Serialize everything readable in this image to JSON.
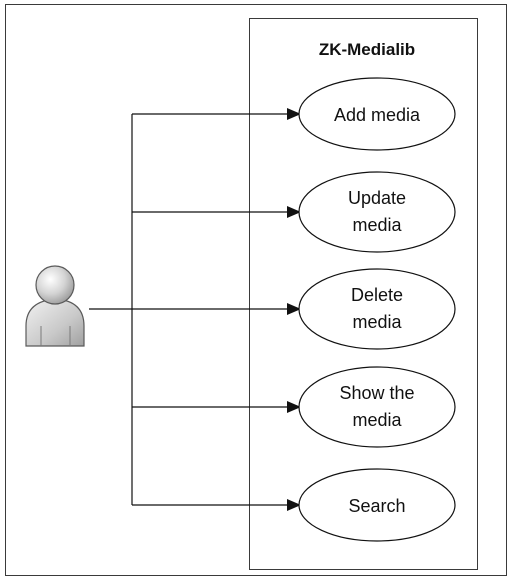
{
  "diagram": {
    "system_title": "ZK-Medialib",
    "use_cases": [
      {
        "lines": [
          "Add media"
        ]
      },
      {
        "lines": [
          "Update",
          "media"
        ]
      },
      {
        "lines": [
          "Delete",
          "media"
        ]
      },
      {
        "lines": [
          "Show the",
          "media"
        ]
      },
      {
        "lines": [
          "Search"
        ]
      }
    ]
  }
}
